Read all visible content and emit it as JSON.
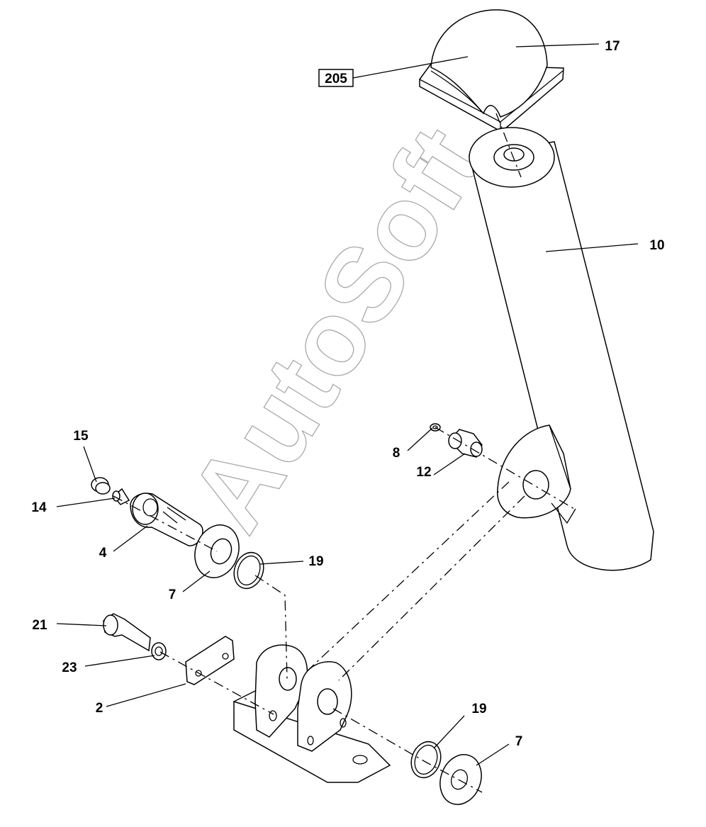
{
  "watermark": "AutoSoft",
  "callouts": {
    "c17": "17",
    "c205": "205",
    "c10": "10",
    "c8": "8",
    "c12": "12",
    "c15": "15",
    "c14": "14",
    "c4": "4",
    "c7a": "7",
    "c19a": "19",
    "c21": "21",
    "c23": "23",
    "c2": "2",
    "c19b": "19",
    "c7b": "7"
  }
}
